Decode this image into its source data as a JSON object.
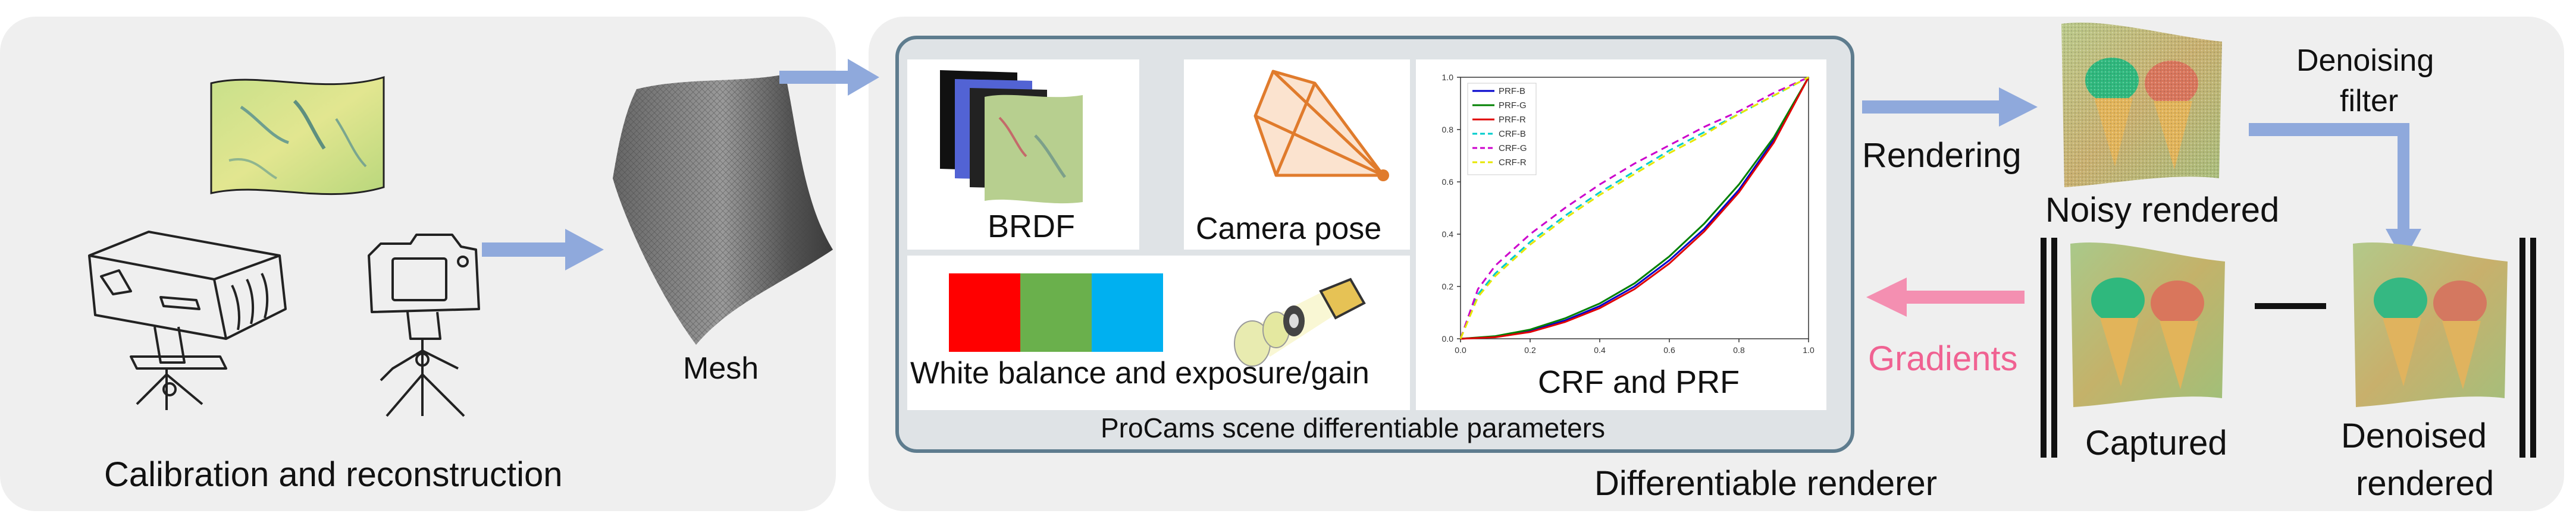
{
  "left_panel": {
    "title": "Calibration and reconstruction",
    "mesh_label": "Mesh"
  },
  "center_panel": {
    "title": "ProCams scene differentiable parameters",
    "brdf_label": "BRDF",
    "camera_pose_label": "Camera pose",
    "wb_label": "White balance and exposure/gain",
    "crf_label": "CRF and PRF",
    "wb_colors": [
      "#ff0000",
      "#6ab04c",
      "#00b0f0"
    ]
  },
  "right_panel": {
    "title": "Differentiable renderer",
    "rendering_label": "Rendering",
    "gradients_label": "Gradients",
    "denoise_label_line1": "Denoising",
    "denoise_label_line2": "filter",
    "noisy_label": "Noisy rendered",
    "captured_label": "Captured",
    "denoised_line1": "Denoised",
    "denoised_line2": "rendered"
  },
  "colors": {
    "arrow_blue": "#8fa9dc",
    "arrow_pink": "#f48fb1",
    "gradients_text": "#f06292",
    "box_border": "#5e7c8e"
  },
  "chart_data": {
    "type": "line",
    "title": "",
    "xlabel": "",
    "ylabel": "",
    "xlim": [
      0.0,
      1.0
    ],
    "ylim": [
      0.0,
      1.0
    ],
    "x_ticks": [
      "0.0",
      "0.2",
      "0.4",
      "0.6",
      "0.8",
      "1.0"
    ],
    "y_ticks": [
      "0.0",
      "0.2",
      "0.4",
      "0.6",
      "0.8",
      "1.0"
    ],
    "legend_position": "top-left",
    "series": [
      {
        "name": "PRF-B",
        "color": "#0000cc",
        "dash": "solid",
        "x": [
          0,
          0.1,
          0.2,
          0.3,
          0.4,
          0.5,
          0.6,
          0.7,
          0.8,
          0.9,
          1.0
        ],
        "y": [
          0,
          0.008,
          0.03,
          0.07,
          0.125,
          0.2,
          0.3,
          0.42,
          0.57,
          0.76,
          1.0
        ]
      },
      {
        "name": "PRF-G",
        "color": "#008000",
        "dash": "solid",
        "x": [
          0,
          0.1,
          0.2,
          0.3,
          0.4,
          0.5,
          0.6,
          0.7,
          0.8,
          0.9,
          1.0
        ],
        "y": [
          0,
          0.01,
          0.035,
          0.078,
          0.135,
          0.212,
          0.315,
          0.44,
          0.59,
          0.77,
          1.0
        ]
      },
      {
        "name": "PRF-R",
        "color": "#e00000",
        "dash": "solid",
        "x": [
          0,
          0.1,
          0.2,
          0.3,
          0.4,
          0.5,
          0.6,
          0.7,
          0.8,
          0.9,
          1.0
        ],
        "y": [
          0,
          0.006,
          0.026,
          0.064,
          0.117,
          0.19,
          0.288,
          0.41,
          0.56,
          0.75,
          1.0
        ]
      },
      {
        "name": "CRF-B",
        "color": "#00cccc",
        "dash": "dashed",
        "x": [
          0,
          0.05,
          0.1,
          0.2,
          0.3,
          0.4,
          0.5,
          0.6,
          0.7,
          0.8,
          0.9,
          1.0
        ],
        "y": [
          0,
          0.17,
          0.25,
          0.37,
          0.47,
          0.56,
          0.64,
          0.72,
          0.79,
          0.86,
          0.93,
          1.0
        ]
      },
      {
        "name": "CRF-G",
        "color": "#cc00cc",
        "dash": "dashed",
        "x": [
          0,
          0.05,
          0.1,
          0.2,
          0.3,
          0.4,
          0.5,
          0.6,
          0.7,
          0.8,
          0.9,
          1.0
        ],
        "y": [
          0,
          0.19,
          0.28,
          0.4,
          0.5,
          0.59,
          0.67,
          0.74,
          0.81,
          0.87,
          0.94,
          1.0
        ]
      },
      {
        "name": "CRF-R",
        "color": "#e6e600",
        "dash": "dashed",
        "x": [
          0,
          0.05,
          0.1,
          0.2,
          0.3,
          0.4,
          0.5,
          0.6,
          0.7,
          0.8,
          0.9,
          1.0
        ],
        "y": [
          0,
          0.16,
          0.24,
          0.36,
          0.46,
          0.55,
          0.63,
          0.71,
          0.78,
          0.86,
          0.93,
          1.0
        ]
      }
    ]
  }
}
